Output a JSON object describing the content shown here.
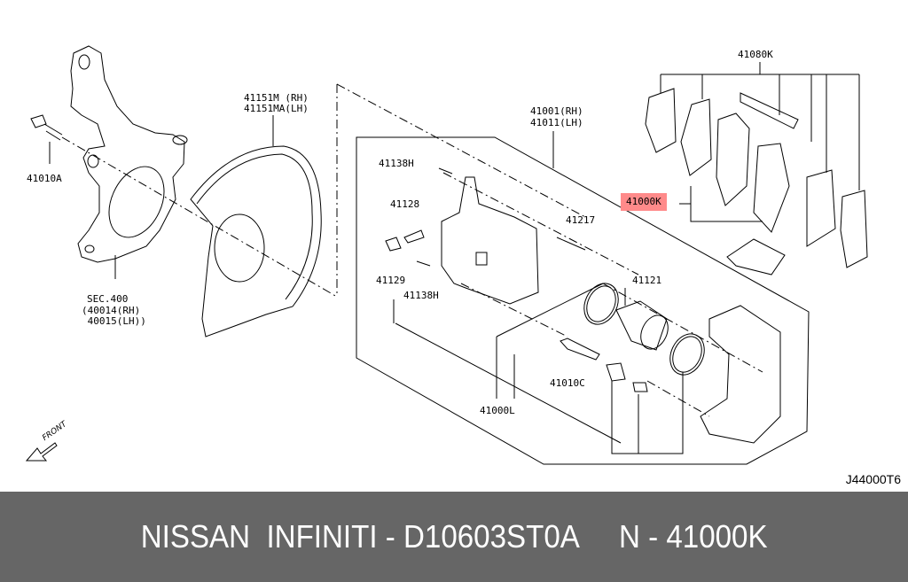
{
  "diagram": {
    "code": "J44000T6",
    "front_label": "FRONT",
    "callouts": {
      "bolt_knuckle": "41010A",
      "knuckle": [
        "SEC.400",
        "(40014(RH)",
        " 40015(LH))"
      ],
      "splash_shield": [
        "41151M (RH)",
        "41151MA(LH)"
      ],
      "caliper_assy": [
        "41001(RH)",
        "41011(LH)"
      ],
      "bleeder_upper": "41138H",
      "bleeder": "41128",
      "cap": "41129",
      "bolt_lower": "41138H",
      "guide_pin": "41217",
      "piston": "41121",
      "seal_kit": "41000L",
      "pin_bolt": "41010C",
      "pad_kit": "41080K",
      "pads_highlighted": "41000K"
    },
    "highlight_color": "#ff8a8a"
  },
  "footer": {
    "text": "NISSAN  INFINITI - D10603ST0A     N - 41000K",
    "background": "#666666"
  }
}
